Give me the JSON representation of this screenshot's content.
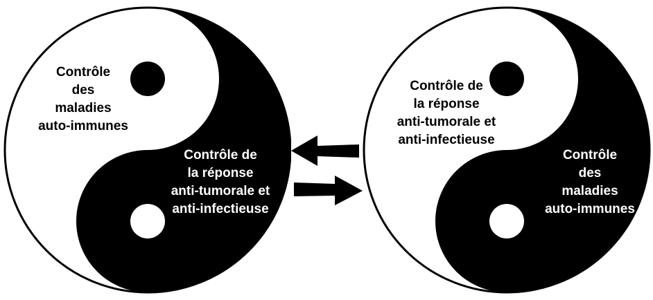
{
  "left_symbol": {
    "white_side_label": "Contrôle\ndes\nmaladies\nauto-immunes",
    "black_side_label": "Contrôle de\nla réponse\nanti-tumorale et\nanti-infectieuse"
  },
  "right_symbol": {
    "white_side_label": "Contrôle de\nla réponse\nanti-tumorale et\nanti-infectieuse",
    "black_side_label": "Contrôle\ndes\nmaladies\nauto-immunes"
  },
  "arrows": [
    "arrow-left-icon",
    "arrow-right-icon"
  ],
  "colors": {
    "ink": "#000000",
    "paper": "#ffffff"
  }
}
